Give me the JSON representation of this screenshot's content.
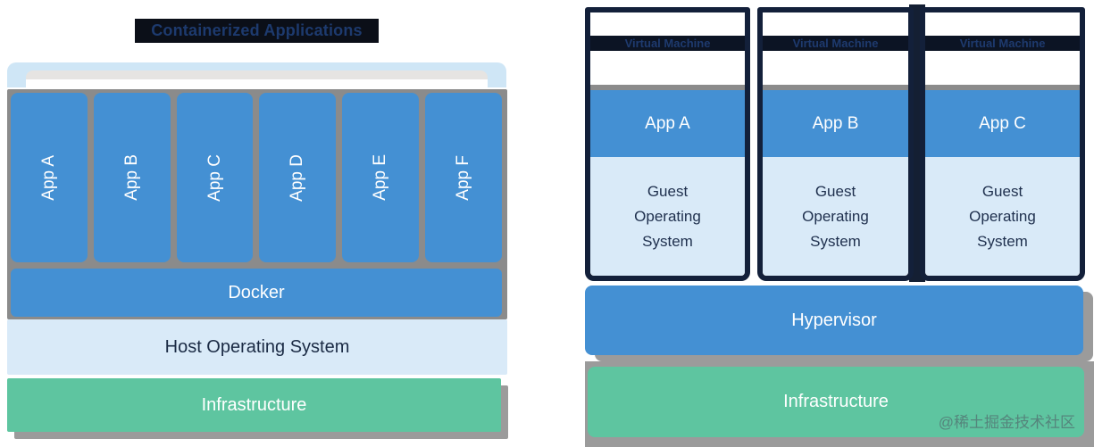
{
  "left": {
    "title": "Containerized Applications",
    "apps": [
      "App A",
      "App B",
      "App C",
      "App D",
      "App E",
      "App F"
    ],
    "docker_label": "Docker",
    "host_os_label": "Host Operating System",
    "infrastructure_label": "Infrastructure"
  },
  "right": {
    "vms": [
      {
        "label": "Virtual Machine",
        "app": "App A",
        "guest_os": "Guest Operating System"
      },
      {
        "label": "Virtual Machine",
        "app": "App B",
        "guest_os": "Guest Operating System"
      },
      {
        "label": "Virtual Machine",
        "app": "App C",
        "guest_os": "Guest Operating System"
      }
    ],
    "hypervisor_label": "Hypervisor",
    "infrastructure_label": "Infrastructure"
  },
  "watermark": "@稀土掘金技术社区",
  "colors": {
    "blue": "#4490d3",
    "light_blue": "#d9eaf8",
    "strip_blue": "#cfe6f6",
    "green": "#5ec5a0",
    "gray": "#8b8b8b",
    "shadow_gray": "#9b9b9b",
    "dark_navy_border": "#13203a",
    "near_black_bar": "#0c1424",
    "navy_text_on_dark": "#1d3a6e",
    "navy_text_on_light": "#1e2f4d"
  }
}
